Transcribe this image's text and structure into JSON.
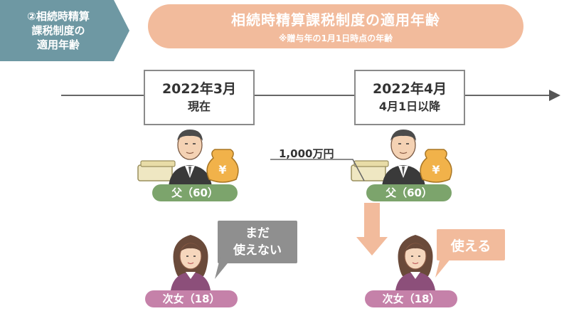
{
  "section_tag": {
    "lines": [
      "②相続時精算",
      "課税制度の",
      "適用年齢"
    ]
  },
  "title": {
    "main": "相続時精算課税制度の適用年齢",
    "note": "※贈与年の1月1日時点の年齢"
  },
  "left_date": {
    "line1": "2022年3月",
    "line2": "現在"
  },
  "right_date": {
    "line1": "2022年4月",
    "line2": "4月1日以降"
  },
  "gift_amount": "1,000万円",
  "father_label_left": "父（60）",
  "father_label_right": "父（60）",
  "daughter_label_left": "次女（18）",
  "daughter_label_right": "次女（18）",
  "bubble_left": [
    "まだ",
    "使えない"
  ],
  "bubble_right": "使える",
  "colors": {
    "tag": "#6e98a3",
    "accent_orange": "#f2bb9c",
    "father_green": "#7ca46c",
    "daughter_pink": "#c581a9",
    "bubble_gray": "#8f8f8f"
  }
}
